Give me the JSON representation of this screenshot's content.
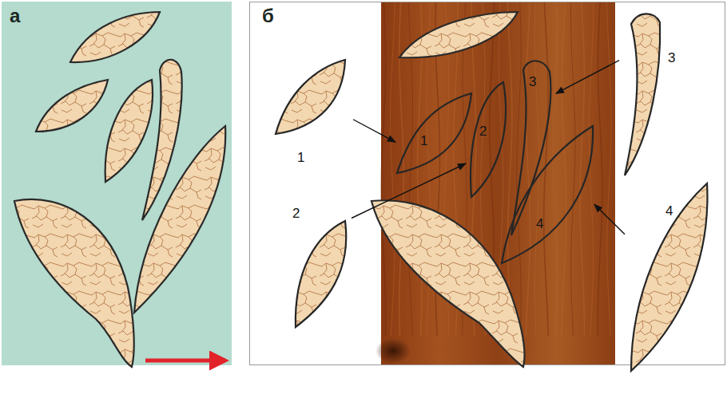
{
  "diagram": {
    "nodes": [
      {
        "text": [
          "а"
        ]
      },
      {
        "text": [
          "б"
        ]
      },
      {
        "text": [
          "1"
        ],
        "in": 1
      },
      {
        "text": [
          "1"
        ],
        "in": 1
      },
      {
        "text": [
          "2"
        ],
        "in": 1
      },
      {
        "text": [
          "2"
        ],
        "in": 1
      },
      {
        "text": [
          "3"
        ],
        "in": 1
      },
      {
        "text": [
          "3"
        ],
        "in": 1
      },
      {
        "text": [
          "4"
        ],
        "in": 1
      },
      {
        "text": [
          "4"
        ],
        "in": 1
      }
    ],
    "edges": [
      {
        "from": 2,
        "to": 3,
        "arrow": "to"
      },
      {
        "from": 4,
        "to": 5,
        "arrow": "to"
      },
      {
        "from": 6,
        "to": 7,
        "arrow": "to"
      },
      {
        "from": 8,
        "to": 9,
        "arrow": "to"
      }
    ]
  }
}
